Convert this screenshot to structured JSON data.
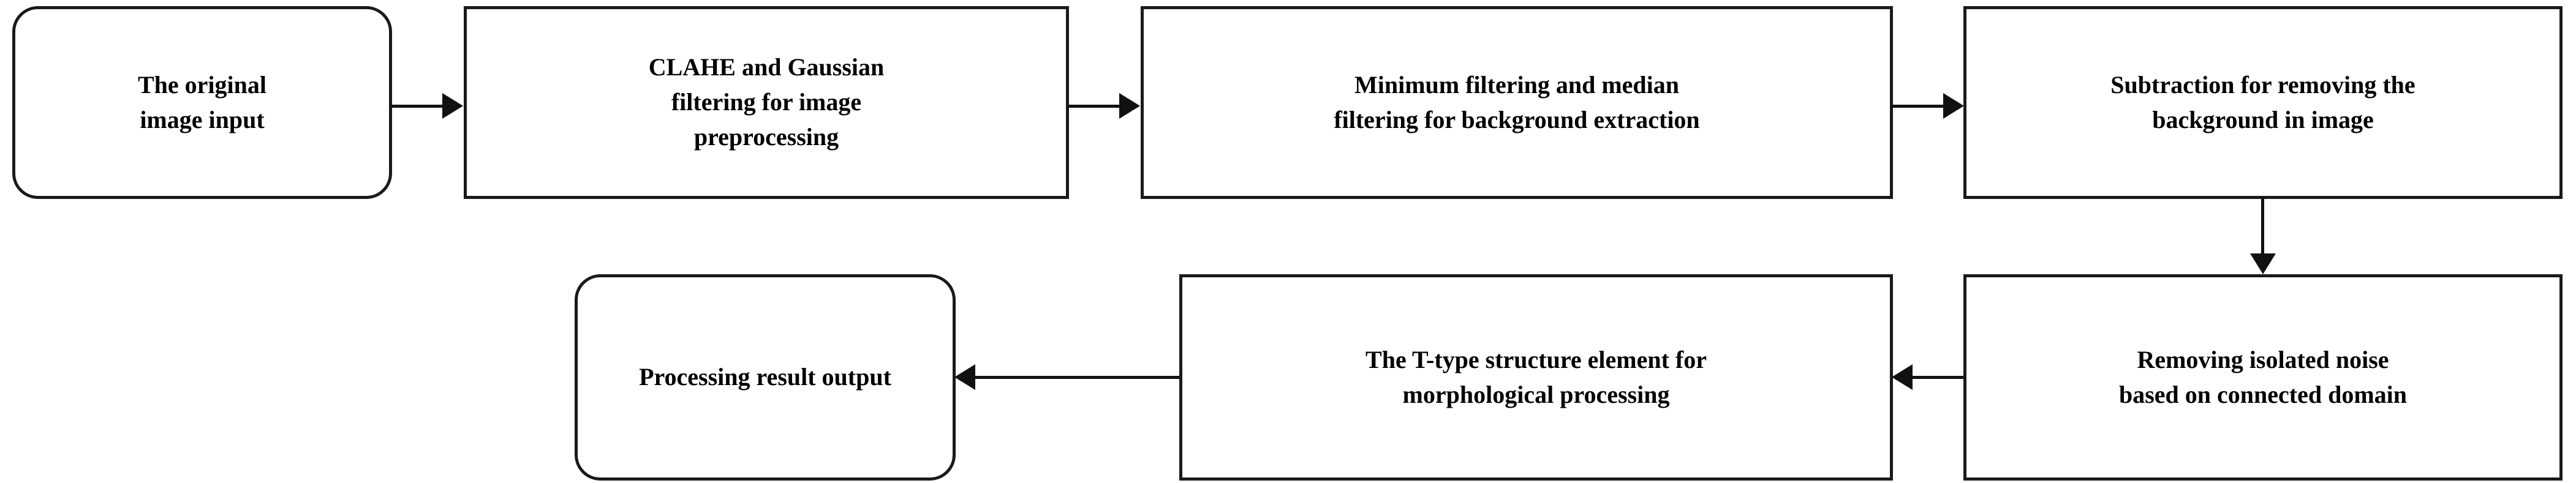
{
  "diagram": {
    "title": "Image processing pipeline flowchart",
    "colors": {
      "node_border": "#1a1a1a",
      "node_fill": "#ffffff",
      "connector": "#111111",
      "text": "#000000",
      "background": "#ffffff"
    },
    "nodes": [
      {
        "id": "original-image-input",
        "label": "The original\nimage input",
        "shape": "rounded-rectangle",
        "row": 1,
        "order": 1
      },
      {
        "id": "clahe-gaussian-preprocessing",
        "label": "CLAHE and Gaussian\nfiltering for image\npreprocessing",
        "shape": "rectangle",
        "row": 1,
        "order": 2
      },
      {
        "id": "minimum-median-background-extraction",
        "label": "Minimum filtering and median\nfiltering for background extraction",
        "shape": "rectangle",
        "row": 1,
        "order": 3
      },
      {
        "id": "subtraction-background-removal",
        "label": "Subtraction for removing the\nbackground in image",
        "shape": "rectangle",
        "row": 1,
        "order": 4
      },
      {
        "id": "removing-isolated-noise",
        "label": "Removing isolated noise\nbased on connected domain",
        "shape": "rectangle",
        "row": 2,
        "order": 5
      },
      {
        "id": "t-type-morphological-processing",
        "label": "The T-type structure element for\nmorphological processing",
        "shape": "rectangle",
        "row": 2,
        "order": 6
      },
      {
        "id": "processing-result-output",
        "label": "Processing result output",
        "shape": "rounded-rectangle",
        "row": 2,
        "order": 7
      }
    ],
    "connectors": [
      {
        "id": "c1",
        "from": "original-image-input",
        "to": "clahe-gaussian-preprocessing",
        "direction": "right"
      },
      {
        "id": "c2",
        "from": "clahe-gaussian-preprocessing",
        "to": "minimum-median-background-extraction",
        "direction": "right"
      },
      {
        "id": "c3",
        "from": "minimum-median-background-extraction",
        "to": "subtraction-background-removal",
        "direction": "right"
      },
      {
        "id": "c4",
        "from": "subtraction-background-removal",
        "to": "removing-isolated-noise",
        "direction": "down"
      },
      {
        "id": "c5",
        "from": "removing-isolated-noise",
        "to": "t-type-morphological-processing",
        "direction": "left"
      },
      {
        "id": "c6",
        "from": "t-type-morphological-processing",
        "to": "processing-result-output",
        "direction": "left"
      }
    ]
  }
}
